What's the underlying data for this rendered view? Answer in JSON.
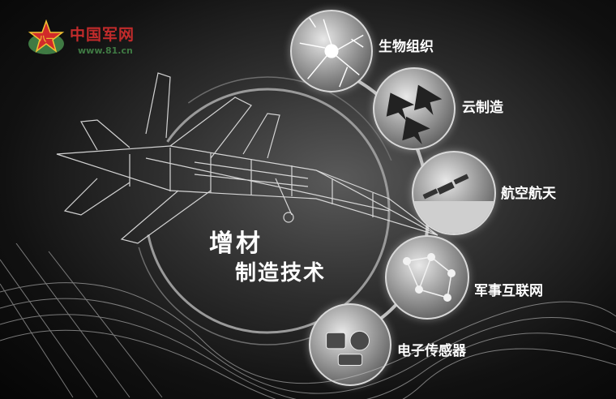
{
  "logo": {
    "name": "中国军网",
    "url": "www.81.cn"
  },
  "title": {
    "line1": "增材",
    "line2": "制造技术"
  },
  "applications": [
    {
      "label": "生物组织",
      "icon": "neuron-icon"
    },
    {
      "label": "云制造",
      "icon": "fighter-jets-icon"
    },
    {
      "label": "航空航天",
      "icon": "satellite-icon"
    },
    {
      "label": "军事互联网",
      "icon": "network-icon"
    },
    {
      "label": "电子传感器",
      "icon": "sensor-icon"
    }
  ],
  "colors": {
    "logo_red": "#c22b2b",
    "logo_green": "#3f7a43",
    "text": "#ffffff"
  }
}
